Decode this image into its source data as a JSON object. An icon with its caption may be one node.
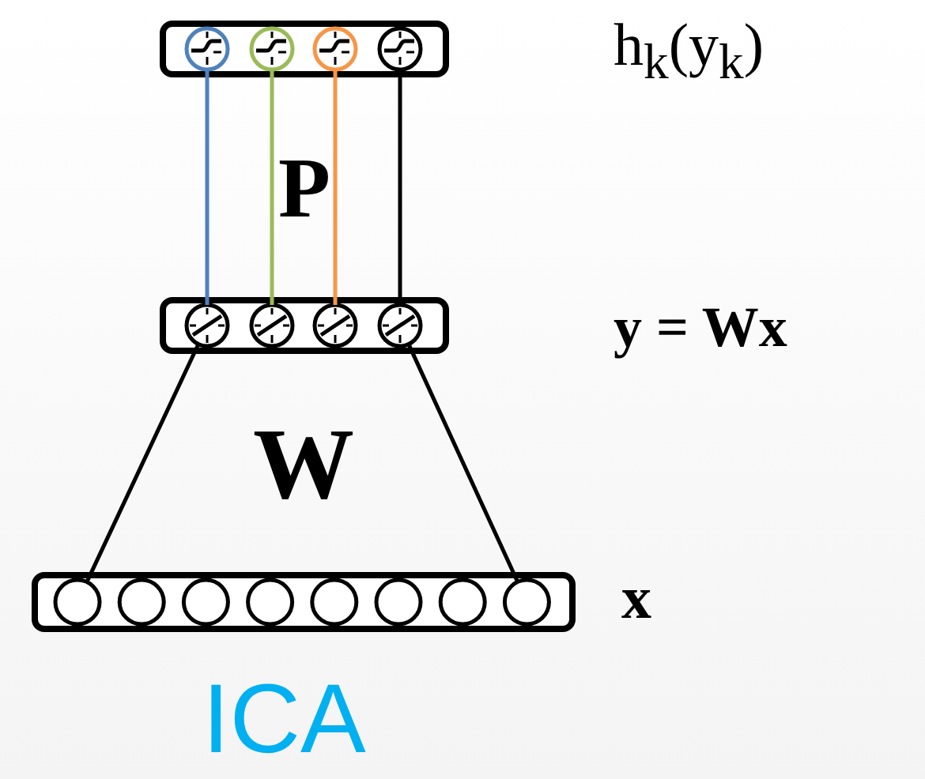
{
  "diagram": {
    "nodes": [
      {
        "text": [],
        "shape": "box"
      },
      {
        "text": [],
        "shape": "circle",
        "in": 0
      },
      {
        "text": [],
        "shape": "circle",
        "in": 0
      },
      {
        "text": [],
        "shape": "circle",
        "in": 0
      },
      {
        "text": [],
        "shape": "circle",
        "in": 0
      },
      {
        "text": [],
        "shape": "box"
      },
      {
        "text": [],
        "shape": "circle",
        "in": 5
      },
      {
        "text": [],
        "shape": "circle",
        "in": 5
      },
      {
        "text": [],
        "shape": "circle",
        "in": 5
      },
      {
        "text": [],
        "shape": "circle",
        "in": 5
      },
      {
        "text": [],
        "shape": "box"
      },
      {
        "text": [],
        "shape": "circle",
        "in": 10
      },
      {
        "text": [],
        "shape": "circle",
        "in": 10
      },
      {
        "text": [],
        "shape": "circle",
        "in": 10
      },
      {
        "text": [],
        "shape": "circle",
        "in": 10
      },
      {
        "text": [],
        "shape": "circle",
        "in": 10
      },
      {
        "text": [],
        "shape": "circle",
        "in": 10
      },
      {
        "text": [],
        "shape": "circle",
        "in": 10
      },
      {
        "text": [],
        "shape": "circle",
        "in": 10
      }
    ],
    "edges": [
      {
        "from": 1,
        "to": 6,
        "arrow": "none",
        "color": "#4f81bd"
      },
      {
        "from": 2,
        "to": 7,
        "arrow": "none",
        "color": "#9bbb59"
      },
      {
        "from": 3,
        "to": 8,
        "arrow": "none",
        "color": "#f79646"
      },
      {
        "from": 4,
        "to": 9,
        "arrow": "none"
      },
      {
        "from": 6,
        "to": 11,
        "arrow": "none"
      },
      {
        "from": 9,
        "to": 18,
        "arrow": "none"
      }
    ],
    "labels": [
      "h$_{k}$(y$_{k}$)",
      "P",
      "y = Wx",
      "W",
      "x",
      "ICA"
    ]
  }
}
